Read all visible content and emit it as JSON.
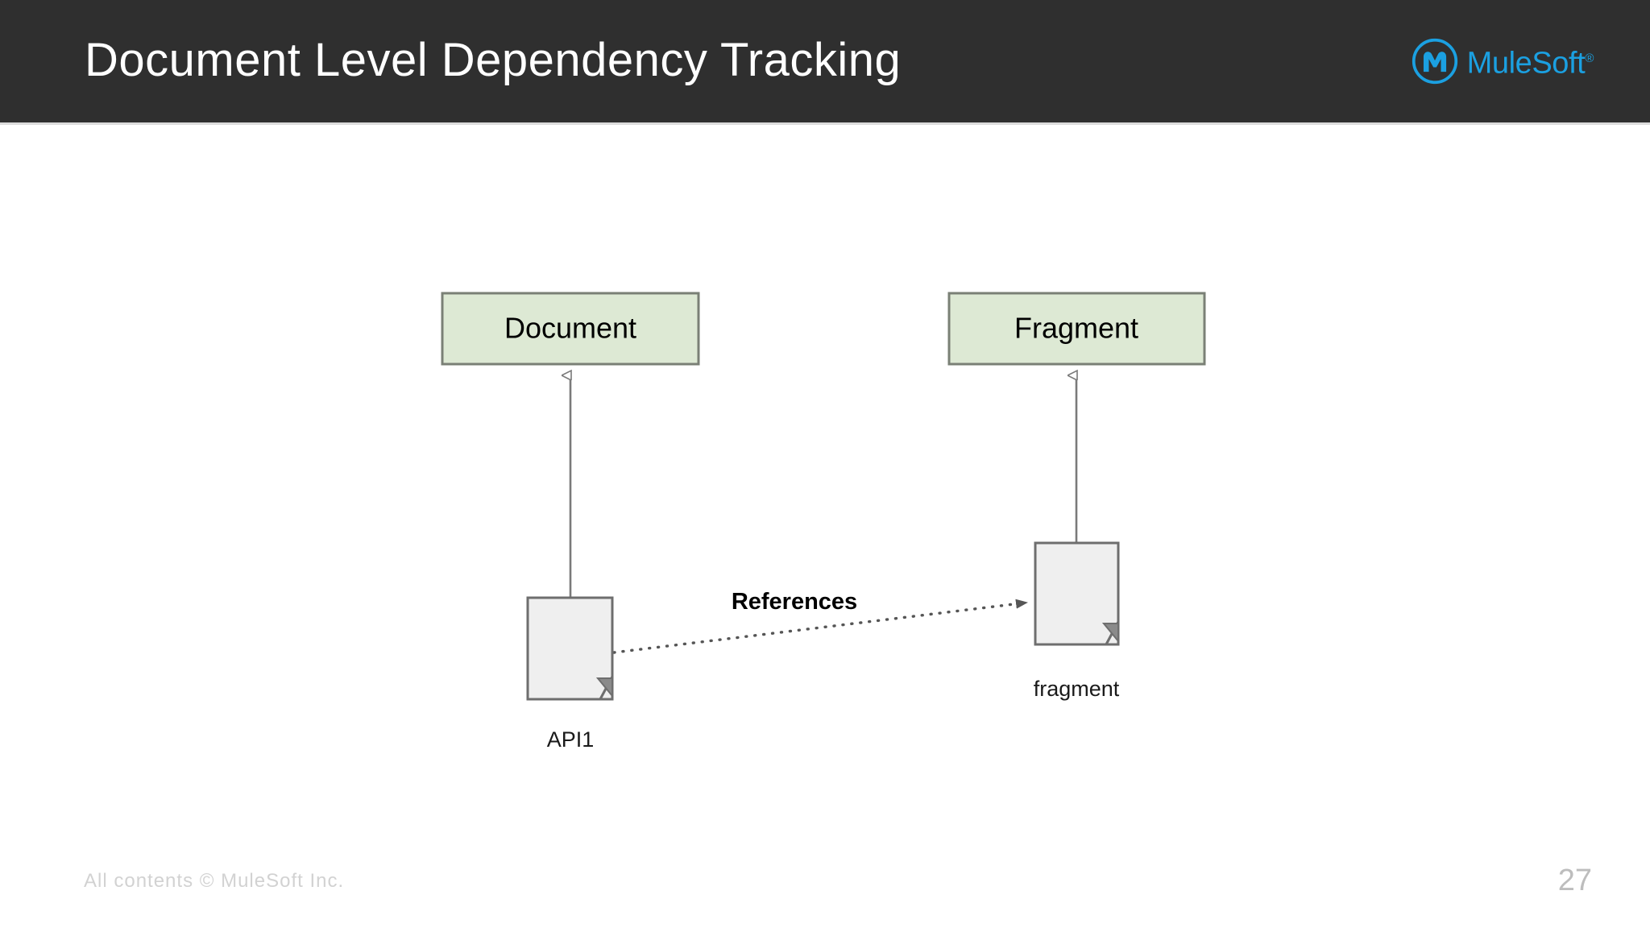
{
  "header": {
    "title": "Document Level Dependency Tracking",
    "background_color": "#2f2f2f",
    "title_color": "#ffffff",
    "logo": {
      "mark_name": "mulesoft-logo-mark",
      "text": "MuleSoft",
      "trademark": "®",
      "color": "#1ba0e1"
    }
  },
  "diagram": {
    "type": "uml-class-diagram",
    "classes": [
      {
        "id": "document",
        "label": "Document",
        "fill": "#dde9d4",
        "stroke": "#7a8076"
      },
      {
        "id": "fragment",
        "label": "Fragment",
        "fill": "#dde9d4",
        "stroke": "#7a8076"
      }
    ],
    "artifacts": [
      {
        "id": "api1",
        "label": "API1",
        "instance_of": "document",
        "fill": "#efefef",
        "stroke": "#6e6e6e"
      },
      {
        "id": "fragment-instance",
        "label": "fragment",
        "instance_of": "fragment",
        "fill": "#efefef",
        "stroke": "#6e6e6e"
      }
    ],
    "relationships": [
      {
        "from": "api1",
        "to": "document",
        "kind": "generalization",
        "style": "solid-line-hollow-triangle",
        "label": ""
      },
      {
        "from": "fragment-instance",
        "to": "fragment",
        "kind": "generalization",
        "style": "solid-line-hollow-triangle",
        "label": ""
      },
      {
        "from": "api1",
        "to": "fragment-instance",
        "kind": "dependency",
        "style": "dotted-line-filled-arrow",
        "label": "References"
      }
    ]
  },
  "footer": {
    "copyright": "All contents © MuleSoft Inc.",
    "page_number": "27",
    "text_color": "#d2d2d2"
  }
}
